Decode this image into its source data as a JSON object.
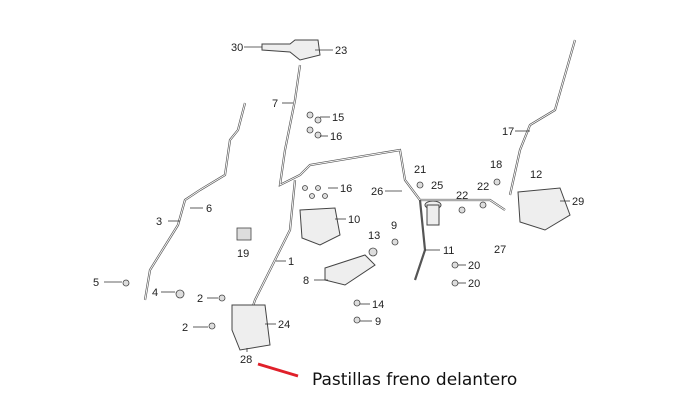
{
  "caption": "Pastillas freno delantero",
  "highlight_color": "#e0202a",
  "callouts": [
    "30",
    "23",
    "7",
    "15",
    "16",
    "16",
    "3",
    "6",
    "17",
    "18",
    "12",
    "29",
    "21",
    "25",
    "26",
    "22",
    "22",
    "10",
    "9",
    "13",
    "11",
    "27",
    "19",
    "1",
    "8",
    "20",
    "20",
    "5",
    "4",
    "2",
    "14",
    "9",
    "2",
    "24",
    "28"
  ]
}
